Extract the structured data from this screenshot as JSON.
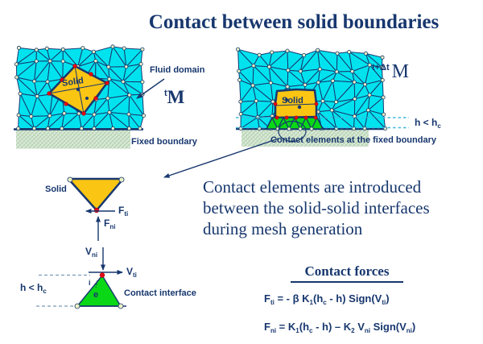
{
  "title": "Contact between solid boundaries",
  "colors": {
    "navy": "#17376e",
    "cyan": "#00e3ef",
    "gold": "#fbc513",
    "green": "#0ad816",
    "red": "#e30613",
    "node_fill": "#eef2c4",
    "hatch_bg": "#dcebd8",
    "hatch_line": "#a9c9a9"
  },
  "left_diagram": {
    "solid_label": "Solid",
    "fluid_domain_label": "Fluid domain",
    "time_sup": "t",
    "mesh_symbol": "M",
    "fixed_boundary_label": "Fixed boundary"
  },
  "right_diagram": {
    "solid_label": "Solid",
    "time_sup": "t+Δt",
    "mesh_symbol": "M",
    "gap_label": "h < h",
    "gap_sub": "c",
    "caption": "Contact elements at the fixed boundary"
  },
  "detail_diagram": {
    "solid_label": "Solid",
    "f_t": {
      "base": "F",
      "sub": "ti"
    },
    "f_n": {
      "base": "F",
      "sub": "ni"
    },
    "v_n": {
      "base": "V",
      "sub": "ni"
    },
    "v_t": {
      "base": "V",
      "sub": "ti"
    },
    "gap_label": "h < h",
    "gap_sub": "c",
    "node_label": "i",
    "element_label": "e",
    "interface_label": "Contact interface"
  },
  "main_text": {
    "lines": [
      "Contact elements are introduced",
      "between the solid-solid interfaces",
      "during mesh generation"
    ]
  },
  "forces": {
    "heading": "Contact forces",
    "eq1": {
      "a": "F",
      "a_sub": "ti",
      "b": " = - β K",
      "b_sub": "1",
      "c": "(h",
      "c_sub": "c",
      "d": " - h) Sign(V",
      "d_sub": "ti",
      "e": ")"
    },
    "eq2": {
      "a": "F",
      "a_sub": "ni",
      "b": " = K",
      "b_sub": "1",
      "c": "(h",
      "c_sub": "c",
      "d": " - h) – K",
      "d_sub": "2",
      "e": " V",
      "e_sub": "ni",
      "f": " Sign(V",
      "f_sub": "ni",
      "g": ")"
    }
  }
}
